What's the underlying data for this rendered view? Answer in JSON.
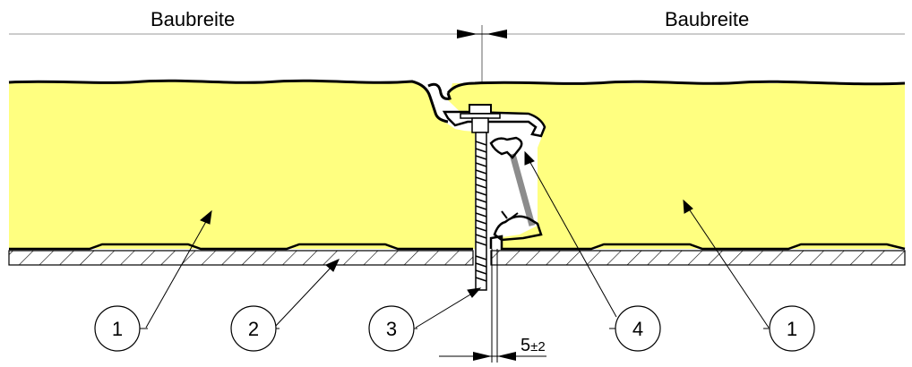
{
  "labels": {
    "left_width": "Baubreite",
    "right_width": "Baubreite"
  },
  "callouts": [
    {
      "id": "c1a",
      "text": "1"
    },
    {
      "id": "c2",
      "text": "2"
    },
    {
      "id": "c3",
      "text": "3"
    },
    {
      "id": "c4",
      "text": "4"
    },
    {
      "id": "c1b",
      "text": "1"
    }
  ],
  "dimension": {
    "gap_main": "5",
    "gap_tolerance": "±2"
  },
  "colors": {
    "panel_fill": "#ffff80",
    "line": "#000000",
    "bracket_gray": "#8c8c8c"
  }
}
